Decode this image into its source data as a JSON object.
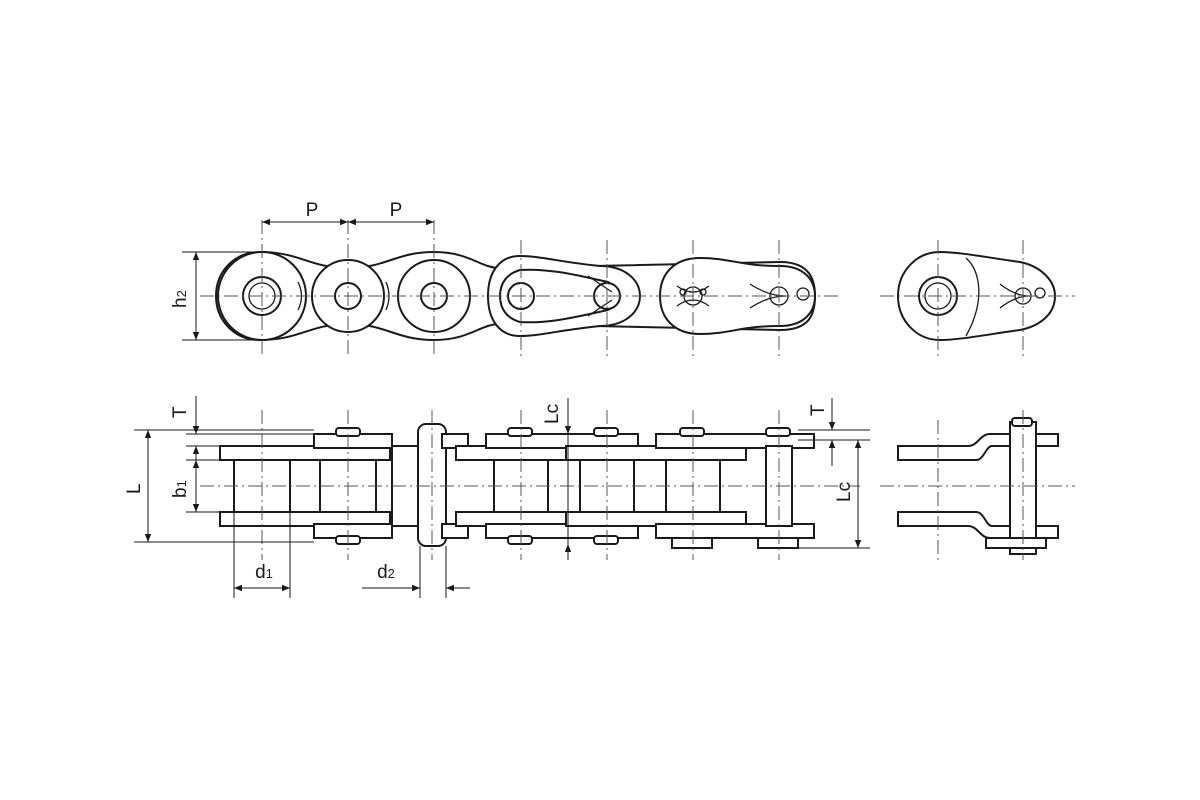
{
  "diagram": {
    "labels": {
      "pitch_1": "P",
      "pitch_2": "P",
      "height": "h2",
      "thickness_left": "T",
      "thickness_right": "T",
      "width_total": "L",
      "inner_width": "b1",
      "connector_length_center": "Lc",
      "connector_length_right": "Lc",
      "roller_dia": "d1",
      "pin_dia": "d2"
    }
  }
}
